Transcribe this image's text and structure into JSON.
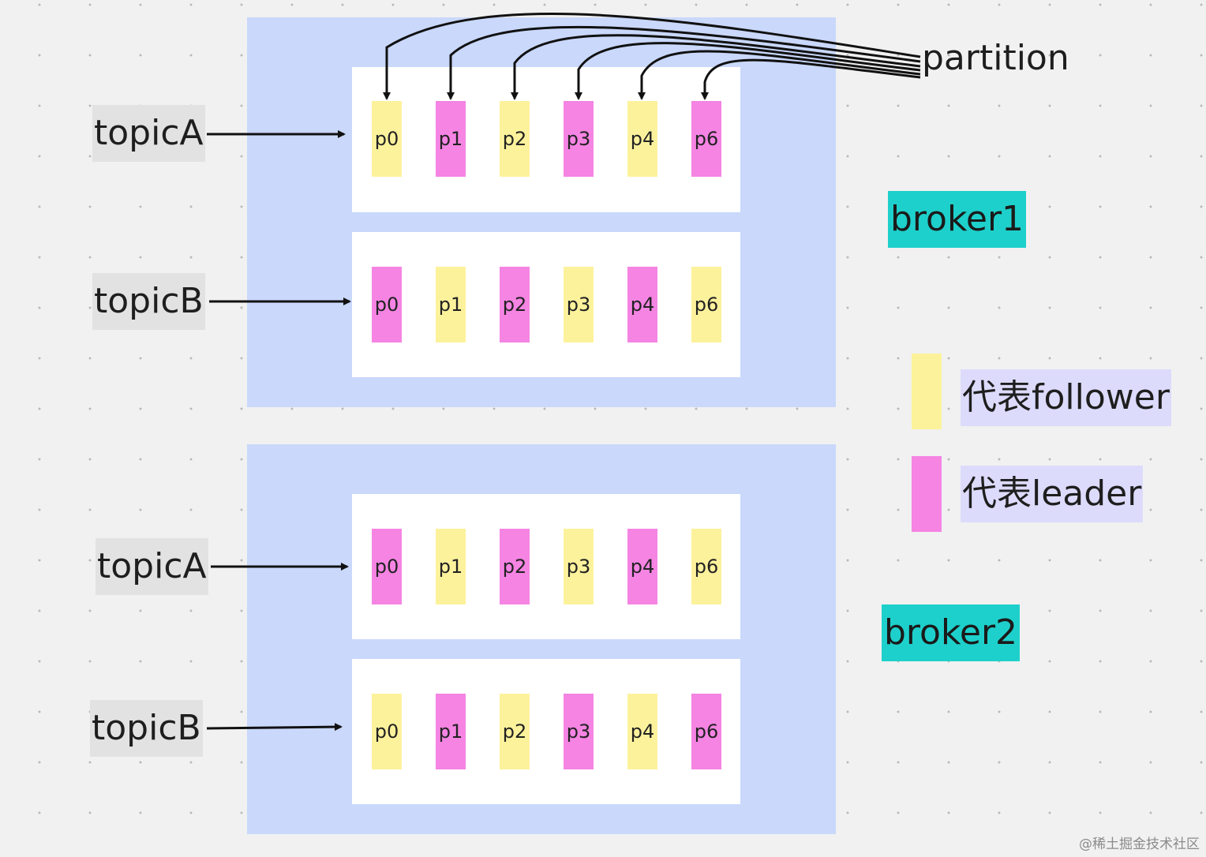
{
  "brokers": [
    {
      "label": "broker1",
      "topics": [
        {
          "label": "topicA",
          "partitions": [
            {
              "label": "p0",
              "role": "follower"
            },
            {
              "label": "p1",
              "role": "leader"
            },
            {
              "label": "p2",
              "role": "follower"
            },
            {
              "label": "p3",
              "role": "leader"
            },
            {
              "label": "p4",
              "role": "follower"
            },
            {
              "label": "p6",
              "role": "leader"
            }
          ]
        },
        {
          "label": "topicB",
          "partitions": [
            {
              "label": "p0",
              "role": "leader"
            },
            {
              "label": "p1",
              "role": "follower"
            },
            {
              "label": "p2",
              "role": "leader"
            },
            {
              "label": "p3",
              "role": "follower"
            },
            {
              "label": "p4",
              "role": "leader"
            },
            {
              "label": "p6",
              "role": "follower"
            }
          ]
        }
      ]
    },
    {
      "label": "broker2",
      "topics": [
        {
          "label": "topicA",
          "partitions": [
            {
              "label": "p0",
              "role": "leader"
            },
            {
              "label": "p1",
              "role": "follower"
            },
            {
              "label": "p2",
              "role": "leader"
            },
            {
              "label": "p3",
              "role": "follower"
            },
            {
              "label": "p4",
              "role": "leader"
            },
            {
              "label": "p6",
              "role": "follower"
            }
          ]
        },
        {
          "label": "topicB",
          "partitions": [
            {
              "label": "p0",
              "role": "follower"
            },
            {
              "label": "p1",
              "role": "leader"
            },
            {
              "label": "p2",
              "role": "follower"
            },
            {
              "label": "p3",
              "role": "leader"
            },
            {
              "label": "p4",
              "role": "follower"
            },
            {
              "label": "p6",
              "role": "leader"
            }
          ]
        }
      ]
    }
  ],
  "partition_label": "partition",
  "legend": {
    "follower": "代表follower",
    "leader": "代表leader"
  },
  "colors": {
    "follower": "#fdf29c",
    "leader": "#f584e3",
    "broker_bg": "#c9d8fb",
    "broker_label_bg": "#1ed0cb",
    "topic_label_bg": "#e2e2e2",
    "legend_text_bg": "#dcdbfc"
  },
  "watermark": "@稀土掘金技术社区"
}
